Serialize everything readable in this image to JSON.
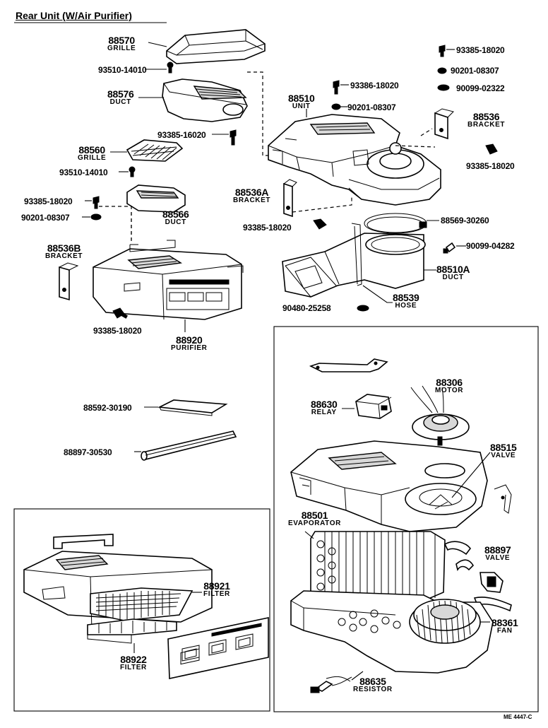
{
  "title": "Rear Unit (W/Air Purifier)",
  "reference_code": "ME 4447-C",
  "labels": [
    {
      "id": "grille-88570",
      "number": "88570",
      "name": "GRILLE"
    },
    {
      "id": "duct-88576",
      "number": "88576",
      "name": "DUCT"
    },
    {
      "id": "grille-88560",
      "number": "88560",
      "name": "GRILLE"
    },
    {
      "id": "duct-88566",
      "number": "88566",
      "name": "DUCT"
    },
    {
      "id": "bracket-88536b",
      "number": "88536B",
      "name": "BRACKET"
    },
    {
      "id": "purifier-88920",
      "number": "88920",
      "name": "PURIFIER"
    },
    {
      "id": "unit-88510",
      "number": "88510",
      "name": "UNIT"
    },
    {
      "id": "bracket-88536",
      "number": "88536",
      "name": "BRACKET"
    },
    {
      "id": "bracket-88536a",
      "number": "88536A",
      "name": "BRACKET"
    },
    {
      "id": "duct-88510a",
      "number": "88510A",
      "name": "DUCT"
    },
    {
      "id": "hose-88539",
      "number": "88539",
      "name": "HOSE"
    },
    {
      "id": "motor-88306",
      "number": "88306",
      "name": "MOTOR"
    },
    {
      "id": "relay-88630",
      "number": "88630",
      "name": "RELAY"
    },
    {
      "id": "valve-88515",
      "number": "88515",
      "name": "VALVE"
    },
    {
      "id": "evaporator-88501",
      "number": "88501",
      "name": "EVAPORATOR"
    },
    {
      "id": "valve-88897",
      "number": "88897",
      "name": "VALVE"
    },
    {
      "id": "fan-88361",
      "number": "88361",
      "name": "FAN"
    },
    {
      "id": "resistor-88635",
      "number": "88635",
      "name": "RESISTOR"
    },
    {
      "id": "filter-88921",
      "number": "88921",
      "name": "FILTER"
    },
    {
      "id": "filter-88922",
      "number": "88922",
      "name": "FILTER"
    }
  ],
  "part_numbers": [
    {
      "id": "pn-93510-top",
      "text": "93510-14010"
    },
    {
      "id": "pn-93385-16020",
      "text": "93385-16020"
    },
    {
      "id": "pn-93510-mid",
      "text": "93510-14010"
    },
    {
      "id": "pn-93385-left",
      "text": "93385-18020"
    },
    {
      "id": "pn-90201-left",
      "text": "90201-08307"
    },
    {
      "id": "pn-93385-purifier",
      "text": "93385-18020"
    },
    {
      "id": "pn-88592",
      "text": "88592-30190"
    },
    {
      "id": "pn-88897-30530",
      "text": "88897-30530"
    },
    {
      "id": "pn-93386-unit",
      "text": "93386-18020"
    },
    {
      "id": "pn-90201-unit",
      "text": "90201-08307"
    },
    {
      "id": "pn-93385-tr1",
      "text": "93385-18020"
    },
    {
      "id": "pn-90201-tr",
      "text": "90201-08307"
    },
    {
      "id": "pn-90099-02322",
      "text": "90099-02322"
    },
    {
      "id": "pn-93385-bracket",
      "text": "93385-18020"
    },
    {
      "id": "pn-93385-center",
      "text": "93385-18020"
    },
    {
      "id": "pn-88569",
      "text": "88569-30260"
    },
    {
      "id": "pn-90099-04282",
      "text": "90099-04282"
    },
    {
      "id": "pn-90480",
      "text": "90480-25258"
    }
  ]
}
